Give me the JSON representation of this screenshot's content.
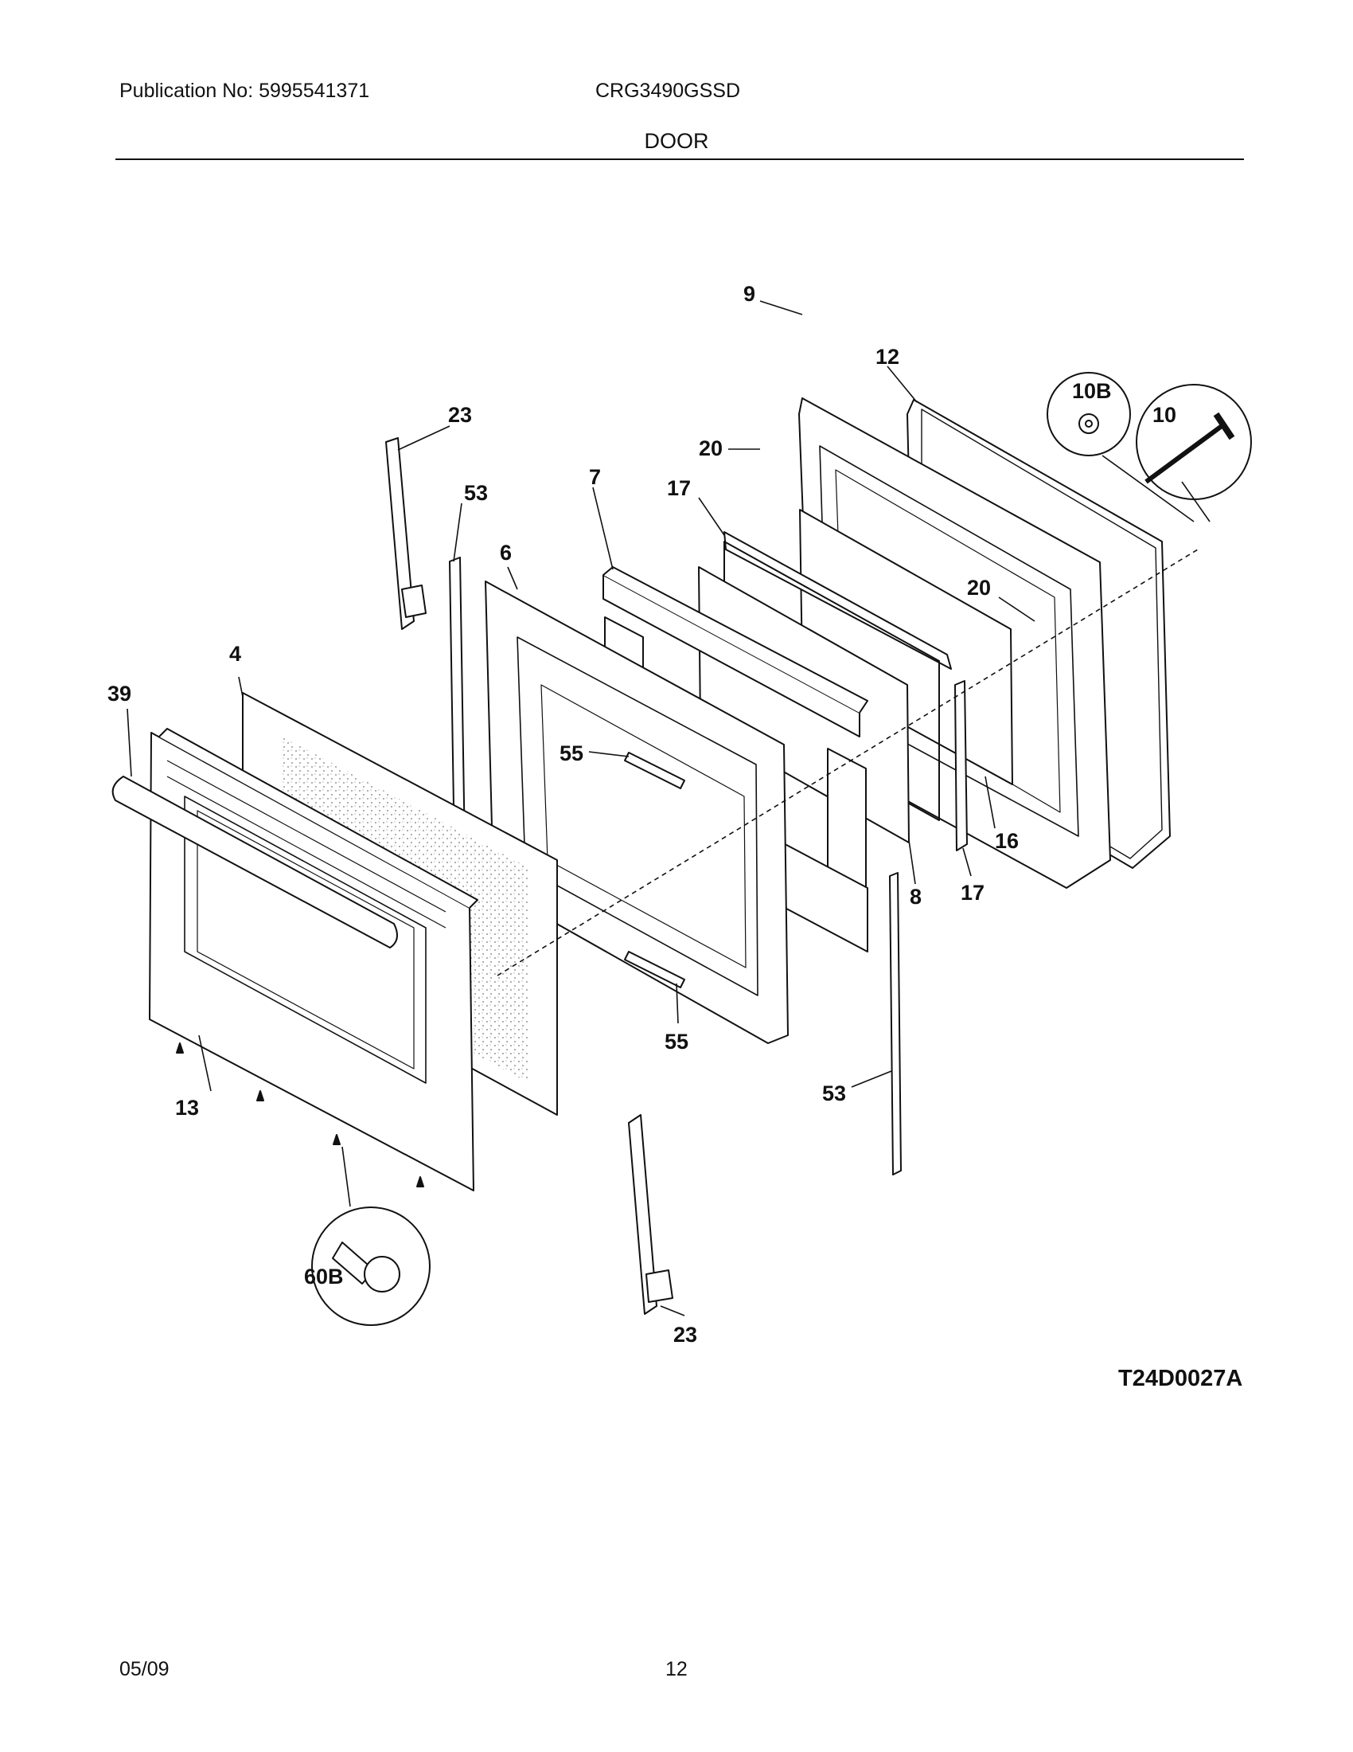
{
  "header": {
    "publication": "Publication No: 5995541371",
    "model": "CRG3490GSSD",
    "section": "DOOR"
  },
  "diagram": {
    "code": "T24D0027A",
    "callouts": [
      "23",
      "53",
      "9",
      "12",
      "10B",
      "10",
      "20",
      "7",
      "17",
      "6",
      "4",
      "39",
      "55",
      "20",
      "16",
      "8",
      "17",
      "55",
      "53",
      "13",
      "60B",
      "23"
    ]
  },
  "footer": {
    "date": "05/09",
    "page": "12"
  }
}
